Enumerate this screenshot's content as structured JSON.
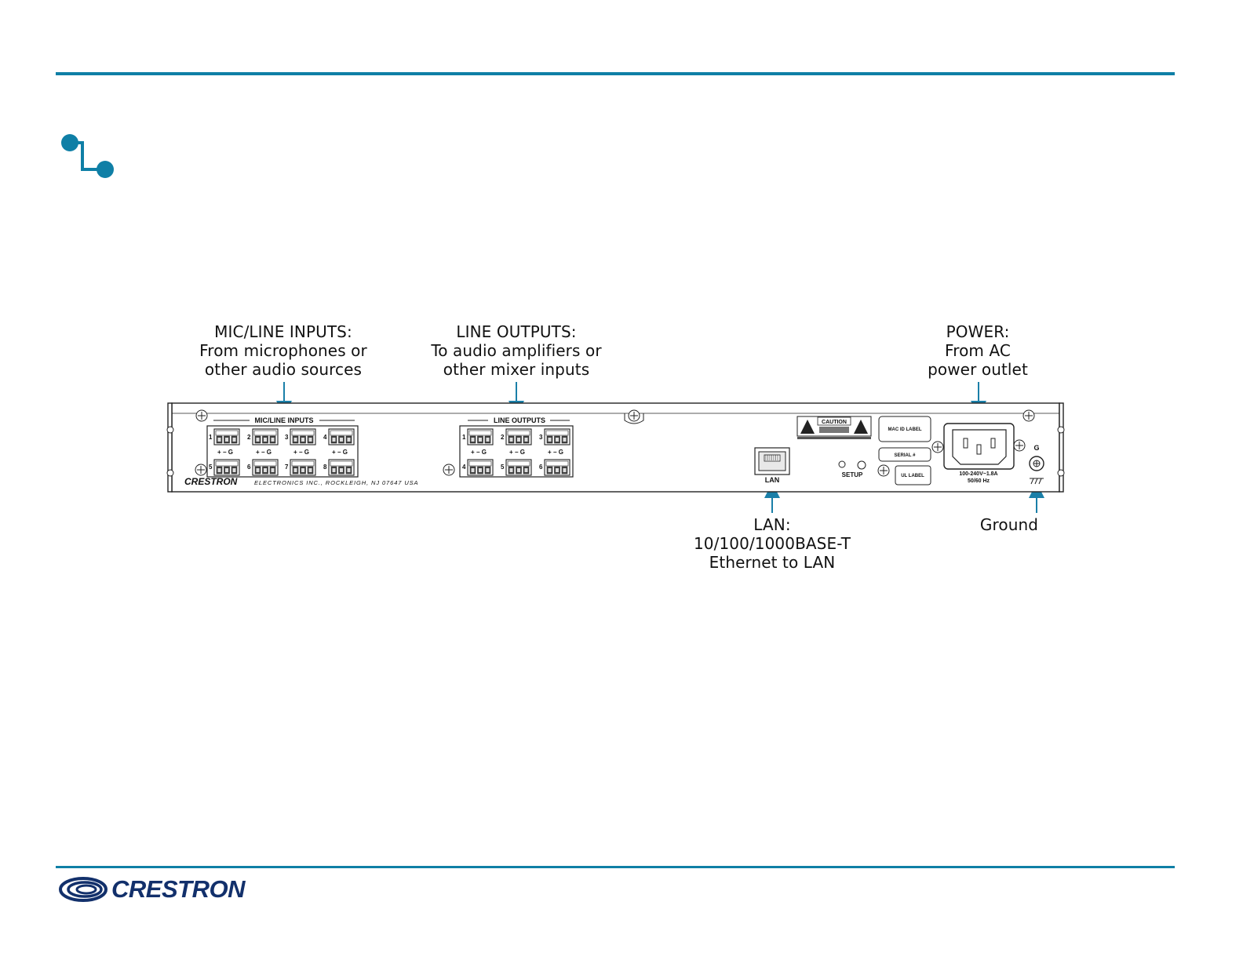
{
  "callouts": {
    "mic_inputs": [
      "MIC/LINE INPUTS:",
      "From microphones or",
      "other audio sources"
    ],
    "line_outputs": [
      "LINE OUTPUTS:",
      "To audio amplifiers or",
      "other mixer inputs"
    ],
    "power": [
      "POWER:",
      "From AC",
      "power outlet"
    ],
    "lan": [
      "LAN:",
      "10/100/1000BASE-T",
      "Ethernet to LAN"
    ],
    "ground": "Ground"
  },
  "panel": {
    "mic_section_label": "MIC/LINE INPUTS",
    "output_section_label": "LINE OUTPUTS",
    "brand": "CRESTRON",
    "address": "ELECTRONICS INC., ROCKLEIGH, NJ 07647   USA",
    "polarity": "+ − G",
    "lan_label": "LAN",
    "setup_label": "SETUP",
    "caution_label": "CAUTION",
    "mac_label": "MAC ID LABEL",
    "serial_label": "SERIAL #",
    "ul_label": "UL LABEL",
    "power_rating": "100-240V~1.8A",
    "power_freq": "50/60 Hz",
    "ground_label": "G",
    "mic_numbers_top": [
      "1",
      "2",
      "3",
      "4"
    ],
    "mic_numbers_bottom": [
      "5",
      "6",
      "7",
      "8"
    ],
    "out_numbers_top": [
      "1",
      "2",
      "3"
    ],
    "out_numbers_bottom": [
      "4",
      "5",
      "6"
    ]
  },
  "footer": {
    "logo_text": "CRESTRON"
  },
  "colors": {
    "accent": "#0f7fa6",
    "arrow": "#1a7fa8",
    "logo": "#12306b"
  },
  "icons": [
    "connection-icon",
    "crestron-swirl-icon"
  ]
}
